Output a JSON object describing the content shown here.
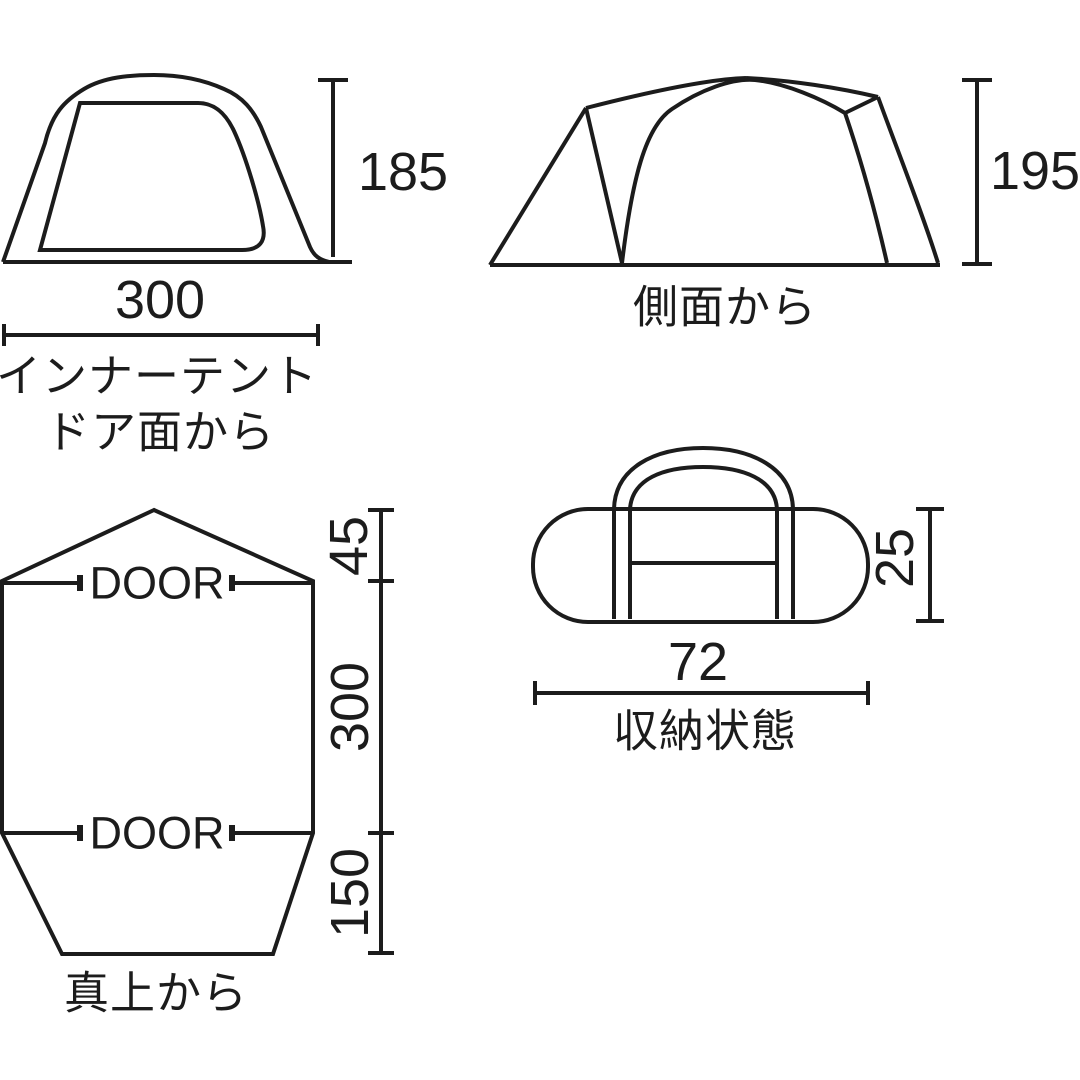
{
  "page": {
    "background_color": "#ffffff",
    "line_color": "#1c1c1c"
  },
  "figures": {
    "inner_tent_front": {
      "height_label": "185",
      "width_label": "300",
      "caption_line1": "インナーテント",
      "caption_line2": "ドア面から"
    },
    "side_view": {
      "height_label": "195",
      "caption": "側面から"
    },
    "top_view": {
      "door_top_label": "DOOR",
      "door_bottom_label": "DOOR",
      "peak_depth_label": "45",
      "body_depth_label": "300",
      "vestibule_depth_label": "150",
      "caption": "真上から"
    },
    "storage_bag": {
      "height_label": "25",
      "width_label": "72",
      "caption": "収納状態"
    }
  }
}
